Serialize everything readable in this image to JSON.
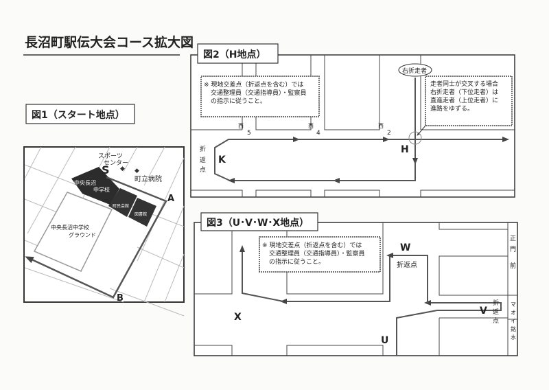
{
  "title": "長沼町駅伝大会コース拡大図",
  "fig1": {
    "label": "図1（スタート地点）",
    "sports_center": [
      "スポーツ",
      "センター"
    ],
    "hospital": "町立病院",
    "school": [
      "中央長沼",
      "中学校"
    ],
    "community_hall": "町民会館",
    "library": "図書館",
    "ground": [
      "中央長沼中学校",
      "グラウンド"
    ],
    "point_s": "S",
    "point_a": "A",
    "point_b": "B"
  },
  "fig2": {
    "label": "図2（H地点）",
    "note": [
      "※ 現地交差点（折返点を含む）では",
      "交通整理員（交通指導員）・監察員",
      "の指示に従うこと。"
    ],
    "right_turn_label": "右折走者",
    "crossing_note": [
      "走者同士が交叉する場合",
      "右折走者（下位走者）は",
      "直進走者（上位走者）に",
      "進路をゆずる。"
    ],
    "streets": [
      {
        "name": "西",
        "num": "5"
      },
      {
        "name": "西",
        "num": "4"
      },
      {
        "name": "西",
        "num": "2"
      }
    ],
    "turn_label": [
      "折",
      "返",
      "点"
    ],
    "point_h": "H",
    "point_k": "K"
  },
  "fig3": {
    "label": "図3（U･V･W･X地点）",
    "note": [
      "※ 現地交差点（折返点を含む）では",
      "交通整理員（交通指導員）・監察員",
      "の指示に従うこと。"
    ],
    "w_turn_label": "折返点",
    "v_turn_label": [
      "折",
      "返",
      "点"
    ],
    "main_gate": [
      "正",
      "門",
      "前"
    ],
    "mao_water": [
      "マ",
      "オ",
      "イ",
      "銘",
      "水"
    ],
    "point_u": "U",
    "point_v": "V",
    "point_w": "W",
    "point_x": "X"
  }
}
